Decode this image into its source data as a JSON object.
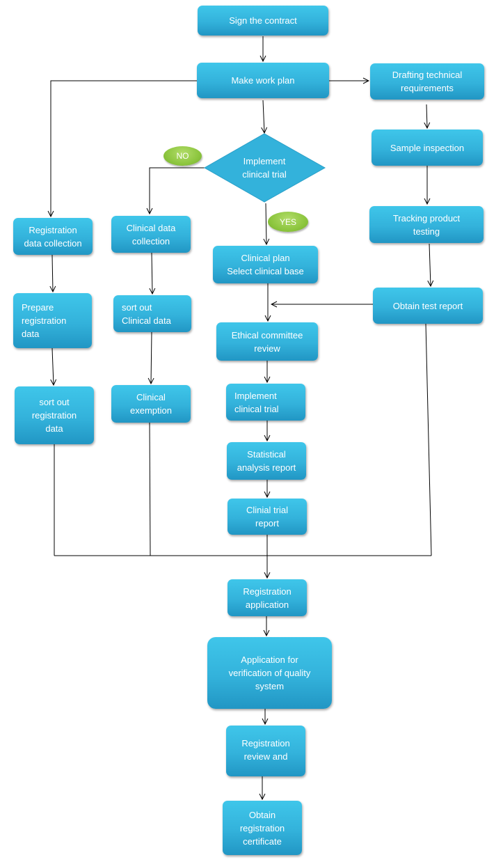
{
  "nodes": {
    "sign_contract": "Sign the contract",
    "make_work_plan": "Make work plan",
    "drafting_requirements": "Drafting technical\nrequirements",
    "sample_inspection": "Sample inspection",
    "tracking_testing": "Tracking product\ntesting",
    "obtain_test_report": "Obtain test report",
    "implement_decision": "Implement\nclinical trial",
    "registration_data_collection": "Registration\ndata collection",
    "prepare_registration_data": "Prepare\nregistration\ndata",
    "sort_out_registration_data": "sort out\nregistration\ndata",
    "clinical_data_collection": "Clinical data\ncollection",
    "sort_out_clinical_data": "sort out\nClinical data",
    "clinical_exemption": "Clinical\nexemption",
    "clinical_plan": "Clinical plan\nSelect clinical base",
    "ethical_review": "Ethical committee\nreview",
    "implement_trial": "Implement\nclinical trial",
    "statistical_report": "Statistical\nanalysis report",
    "trial_report": "Clinial trial\nreport",
    "registration_application": "Registration\napplication",
    "quality_verification": "Application for\nverification of quality\nsystem",
    "registration_review": "Registration\nreview and",
    "obtain_certificate": "Obtain\nregistration\ncertificate"
  },
  "labels": {
    "no": "NO",
    "yes": "YES"
  },
  "colors": {
    "box": "#33b2db",
    "decision_label": "#8dc63f",
    "connector": "#000000"
  }
}
